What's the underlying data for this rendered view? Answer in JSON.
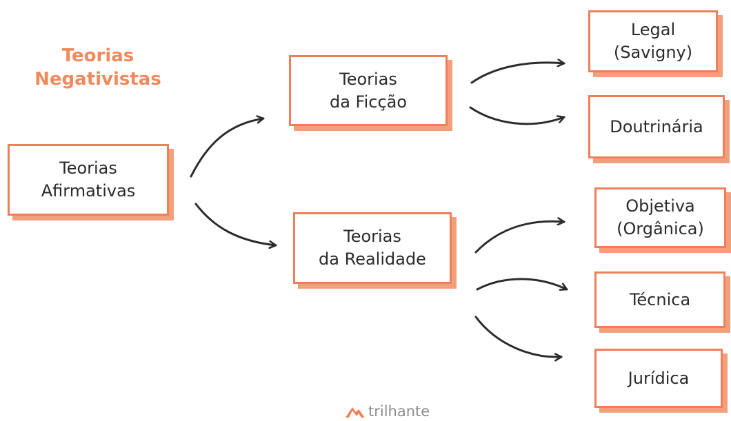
{
  "heading": {
    "line1": "Teorias",
    "line2": "Negativistas"
  },
  "nodes": {
    "afirmativas": {
      "line1": "Teorias",
      "line2": "Afirmativas"
    },
    "ficcao": {
      "line1": "Teorias",
      "line2": "da Ficção"
    },
    "realidade": {
      "line1": "Teorias",
      "line2": "da Realidade"
    },
    "legal": {
      "line1": "Legal",
      "line2": "(Savigny)"
    },
    "doutrinaria": {
      "line1": "Doutrinária"
    },
    "objetiva": {
      "line1": "Objetiva",
      "line2": "(Orgânica)"
    },
    "tecnica": {
      "line1": "Técnica"
    },
    "juridica": {
      "line1": "Jurídica"
    }
  },
  "logo": {
    "text": "trilhante",
    "icon": "mountain-icon"
  },
  "colors": {
    "accent": "#ef7f58",
    "shadow": "#f2a07c",
    "heading": "#f08a5d",
    "arrow": "#2b2b2b",
    "text": "#2b2b2b"
  }
}
